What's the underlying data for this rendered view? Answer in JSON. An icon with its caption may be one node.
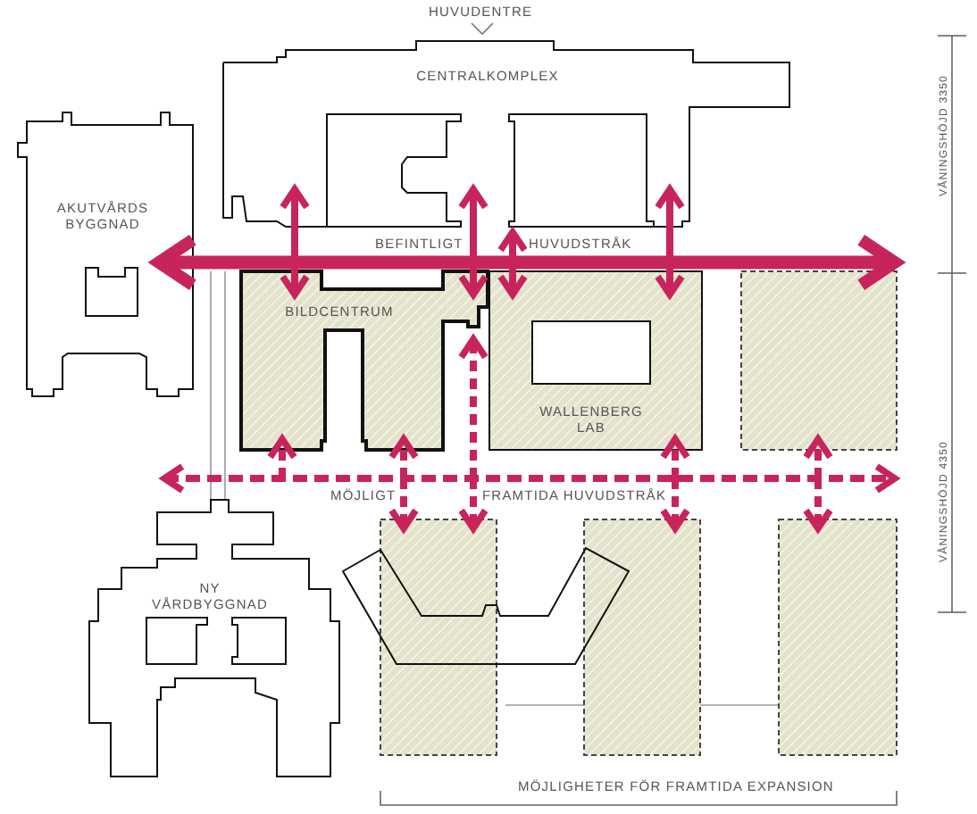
{
  "diagram": {
    "nodes": [
      {
        "text": [
          "CENTRALKOMPLEX"
        ],
        "beside": [
          "HUVUDENTRE"
        ]
      },
      {
        "text": [
          "AKUTVÅRDS BYGGNAD"
        ]
      },
      {
        "text": [
          "BILDCENTRUM"
        ]
      },
      {
        "text": [
          "WALLENBERG LAB"
        ]
      },
      {
        "text": [],
        "shape": "box"
      },
      {
        "text": [
          "NY VÅRDBYGGNAD"
        ]
      },
      {
        "text": [],
        "shape": "box"
      },
      {
        "text": [],
        "shape": "box"
      },
      {
        "text": [],
        "shape": "box"
      },
      {
        "text": [],
        "shape": "box"
      },
      {
        "text": [],
        "shape": "bar"
      }
    ],
    "edges": [
      {
        "from": 0,
        "to": 2,
        "arrow": "both"
      },
      {
        "from": 0,
        "to": 2,
        "arrow": "both"
      },
      {
        "from": 0,
        "to": 3,
        "arrow": "both"
      },
      {
        "from": 0,
        "to": 3,
        "arrow": "both"
      },
      {
        "from": 10,
        "to": 2,
        "arrow": "to",
        "style": "dashed"
      },
      {
        "from": 10,
        "to": 2,
        "arrow": "to",
        "style": "dashed"
      },
      {
        "from": 10,
        "to": 6,
        "arrow": "to",
        "style": "dashed"
      },
      {
        "from": 10,
        "to": 2,
        "arrow": "to",
        "style": "dashed"
      },
      {
        "from": 10,
        "to": 6,
        "arrow": "to",
        "style": "dashed"
      },
      {
        "from": 10,
        "to": 3,
        "arrow": "to",
        "style": "dashed"
      },
      {
        "from": 10,
        "to": 8,
        "arrow": "to",
        "style": "dashed"
      },
      {
        "from": 10,
        "to": 4,
        "arrow": "to",
        "style": "dashed"
      },
      {
        "from": 10,
        "to": 9,
        "arrow": "to",
        "style": "dashed"
      },
      {
        "from": 1,
        "to": 4,
        "arrow": "both",
        "style": "thick"
      }
    ],
    "labels": [
      "VÅNINGSHÖJD 3350",
      "BEFINTLIGT",
      "HUVUDSTRÅK",
      "MÖJLIGT",
      "FRAMTIDA HUVUDSTRÅK",
      "VÅNINGSHÖJD 4350",
      "MÖJLIGHETER FÖR FRAMTIDA EXPANSION"
    ]
  }
}
